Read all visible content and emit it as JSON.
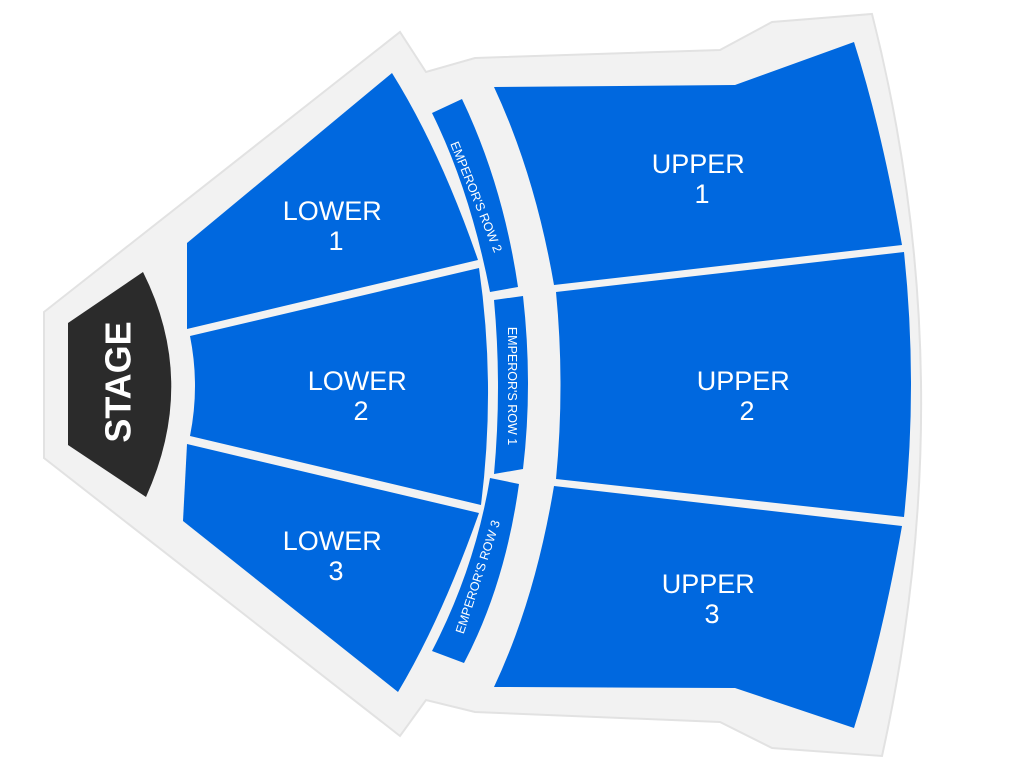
{
  "colors": {
    "section": "#0068df",
    "stage": "#2b2b2b",
    "outline": "#f2f2f2"
  },
  "stage": {
    "label": "STAGE"
  },
  "lower": [
    {
      "line1": "LOWER",
      "line2": "1"
    },
    {
      "line1": "LOWER",
      "line2": "2"
    },
    {
      "line1": "LOWER",
      "line2": "3"
    }
  ],
  "emperors": [
    {
      "label": "EMPEROR'S ROW 2"
    },
    {
      "label": "EMPEROR'S ROW 1"
    },
    {
      "label": "EMPEROR'S ROW 3"
    }
  ],
  "upper": [
    {
      "line1": "UPPER",
      "line2": "1"
    },
    {
      "line1": "UPPER",
      "line2": "2"
    },
    {
      "line1": "UPPER",
      "line2": "3"
    }
  ]
}
